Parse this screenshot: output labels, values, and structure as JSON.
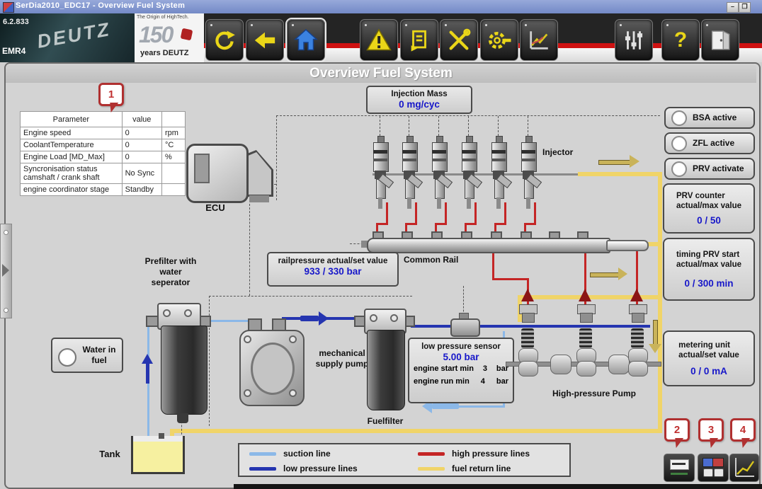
{
  "window": {
    "title": "SerDia2010_EDC17 - Overview Fuel System",
    "version": "6.2.833",
    "model": "EMR4",
    "minimize": "–",
    "maximize": "❒"
  },
  "brand": {
    "tagline": "The Origin of HighTech.",
    "big_number": "150",
    "years_label": "years DEUTZ",
    "logo_text": "DEUTZ"
  },
  "toolbar": {
    "icons": [
      "refresh",
      "back",
      "home",
      "warning",
      "diagnostic-doc",
      "tools",
      "service-gear",
      "trend-chart",
      "settings-sliders",
      "help",
      "exit"
    ],
    "help_glyph": "?"
  },
  "page": {
    "title": "Overview Fuel System"
  },
  "callouts": {
    "c1": "1",
    "c2": "2",
    "c3": "3",
    "c4": "4"
  },
  "param_table": {
    "col_param": "Parameter",
    "col_value": "value",
    "col_unit": "",
    "rows": [
      {
        "param": "Engine speed",
        "value": "0",
        "unit": "rpm"
      },
      {
        "param": "CoolantTemperature",
        "value": "0",
        "unit": "°C"
      },
      {
        "param": "Engine Load [MD_Max]",
        "value": "0",
        "unit": "%"
      },
      {
        "param": "Syncronisation status\ncamshaft / crank shaft",
        "value": "No Sync",
        "unit": ""
      },
      {
        "param": "engine coordinator stage",
        "value": "Standby",
        "unit": ""
      }
    ]
  },
  "diagram": {
    "ecu": "ECU",
    "injection_mass_title": "Injection Mass",
    "injection_mass_value": "0 mg/cyc",
    "injector": "Injector",
    "common_rail": "Common Rail",
    "railpressure_title": "railpressure actual/set value",
    "railpressure_value": "933 / 330 bar",
    "prefilter": "Prefilter with\nwater\nseperator",
    "water_in_fuel": "Water in\nfuel",
    "tank": "Tank",
    "supply_pump": "mechanical\nsupply pump",
    "fuelfilter": "Fuelfilter",
    "lps_title": "low pressure sensor",
    "lps_value": "5.00 bar",
    "lps_row1_label": "engine start min",
    "lps_row1_value": "3",
    "lps_row1_unit": "bar",
    "lps_row2_label": "engine run  min",
    "lps_row2_value": "4",
    "lps_row2_unit": "bar",
    "hp_pump": "High-pressure Pump"
  },
  "right_panel": {
    "bsa": "BSA active",
    "zfl": "ZFL active",
    "prv": "PRV activate",
    "prv_counter_title": "PRV counter\nactual/max value",
    "prv_counter_value": "0 / 50",
    "timing_title": "timing PRV start\nactual/max value",
    "timing_value": "0 / 300 min",
    "metering_title": "metering unit\nactual/set value",
    "metering_value": "0 / 0 mA"
  },
  "legend": {
    "items": [
      {
        "label": "suction line",
        "color": "#8bb8e8"
      },
      {
        "label": "low pressure lines",
        "color": "#2535b0"
      },
      {
        "label": "high pressure lines",
        "color": "#c42525"
      },
      {
        "label": "fuel return line",
        "color": "#f0d468"
      }
    ]
  },
  "colors": {
    "suction": "#8bb8e8",
    "low_pressure": "#2535b0",
    "high_pressure": "#c42525",
    "fuel_return": "#f0d468",
    "value_text": "#1717c9"
  }
}
